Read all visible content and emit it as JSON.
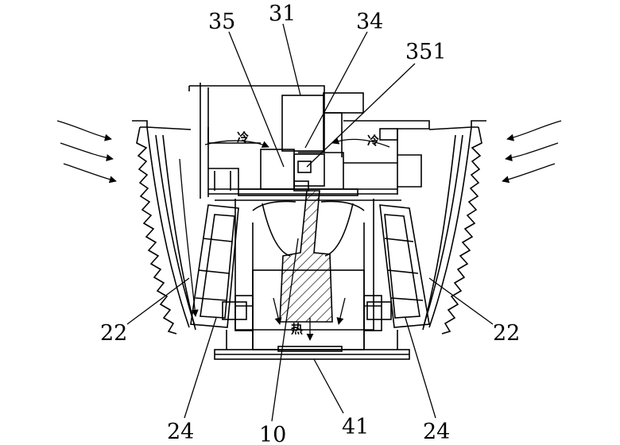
{
  "labels": {
    "l35": "35",
    "l31": "31",
    "l34": "34",
    "l351": "351",
    "l22_left": "22",
    "l22_right": "22",
    "l24_left": "24",
    "l24_right": "24",
    "l10": "10",
    "l41": "41"
  },
  "flow_marks": {
    "cold_left": "冷",
    "cold_right": "冷",
    "hot": "热"
  },
  "colors": {
    "line": "#000000",
    "background": "#ffffff"
  }
}
